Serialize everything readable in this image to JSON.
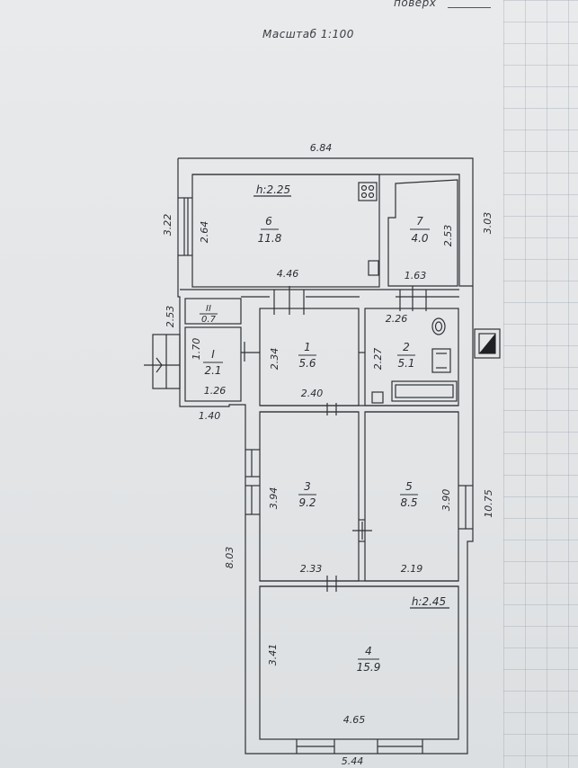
{
  "header": {
    "floor_label": "поверх",
    "scale": "Масштаб 1:100"
  },
  "heights": {
    "top": "h:2.25",
    "bottom": "h:2.45"
  },
  "rooms": {
    "r6": {
      "num": "6",
      "area": "11.8"
    },
    "r7": {
      "num": "7",
      "area": "4.0"
    },
    "rII": {
      "num": "II",
      "area": "0.7"
    },
    "rI": {
      "num": "I",
      "area": "2.1"
    },
    "r1": {
      "num": "1",
      "area": "5.6"
    },
    "r2": {
      "num": "2",
      "area": "5.1"
    },
    "r3": {
      "num": "3",
      "area": "9.2"
    },
    "r5": {
      "num": "5",
      "area": "8.5"
    },
    "r4": {
      "num": "4",
      "area": "15.9"
    }
  },
  "dims": {
    "top_total": "6.84",
    "left_top": "3.22",
    "r6_h": "2.64",
    "r6_w": "4.46",
    "r7_h": "2.53",
    "r7_w": "1.63",
    "right_top": "3.03",
    "left_mid": "2.53",
    "rI_h": "1.70",
    "rI_w": "1.26",
    "porch_w": "1.40",
    "r1_h": "2.34",
    "r1_w": "2.40",
    "r2_w": "2.26",
    "r2_h": "2.27",
    "r3_h": "3.94",
    "r3_w": "2.33",
    "r5_h": "3.90",
    "r5_w": "2.19",
    "left_total": "8.03",
    "right_total": "10.75",
    "r4_h": "3.41",
    "r4_w": "4.65",
    "bottom_total": "5.44"
  }
}
